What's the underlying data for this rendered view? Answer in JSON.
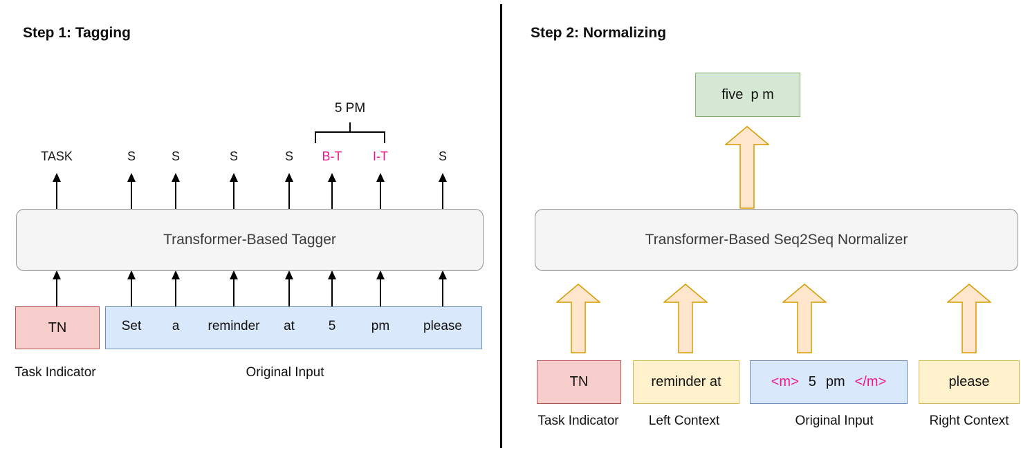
{
  "step1": {
    "title": "Step 1: Tagging",
    "entity_label": "5 PM",
    "tags": [
      {
        "label": "TASK",
        "highlight": false
      },
      {
        "label": "S",
        "highlight": false
      },
      {
        "label": "S",
        "highlight": false
      },
      {
        "label": "S",
        "highlight": false
      },
      {
        "label": "S",
        "highlight": false
      },
      {
        "label": "B-T",
        "highlight": true
      },
      {
        "label": "I-T",
        "highlight": true
      },
      {
        "label": "S",
        "highlight": false
      }
    ],
    "model_label": "Transformer-Based Tagger",
    "task_token": "TN",
    "tokens": [
      {
        "text": "Set",
        "highlight": false
      },
      {
        "text": "a",
        "highlight": false
      },
      {
        "text": "reminder",
        "highlight": false
      },
      {
        "text": "at",
        "highlight": false
      },
      {
        "text": "5",
        "highlight": true
      },
      {
        "text": "pm",
        "highlight": true
      },
      {
        "text": "please",
        "highlight": false
      }
    ],
    "captions": {
      "task": "Task Indicator",
      "input": "Original Input"
    }
  },
  "step2": {
    "title": "Step 2: Normalizing",
    "output_text": "five  p m",
    "model_label": "Transformer-Based Seq2Seq Normalizer",
    "task_token": "TN",
    "left_context": "reminder at",
    "original_tokens": [
      {
        "text": "<m>",
        "highlight": true
      },
      {
        "text": "5",
        "highlight": false
      },
      {
        "text": "pm",
        "highlight": false
      },
      {
        "text": "</m>",
        "highlight": true
      }
    ],
    "right_context": "please",
    "captions": {
      "task": "Task Indicator",
      "left": "Left Context",
      "input": "Original Input",
      "right": "Right Context"
    }
  },
  "colors": {
    "highlight_text": "#f0148c",
    "task_fill": "#f8cecc",
    "task_border": "#b85450",
    "input_fill": "#dae8fc",
    "input_border": "#6c8ebf",
    "context_fill": "#fff2cc",
    "context_border": "#d6b656",
    "output_fill": "#d5e8d4",
    "output_border": "#82b366",
    "model_fill": "#f5f5f5",
    "model_border": "#8f8f8f",
    "arrow_fill": "#ffe6cc",
    "arrow_border": "#d79b00",
    "divider": "#000000"
  }
}
